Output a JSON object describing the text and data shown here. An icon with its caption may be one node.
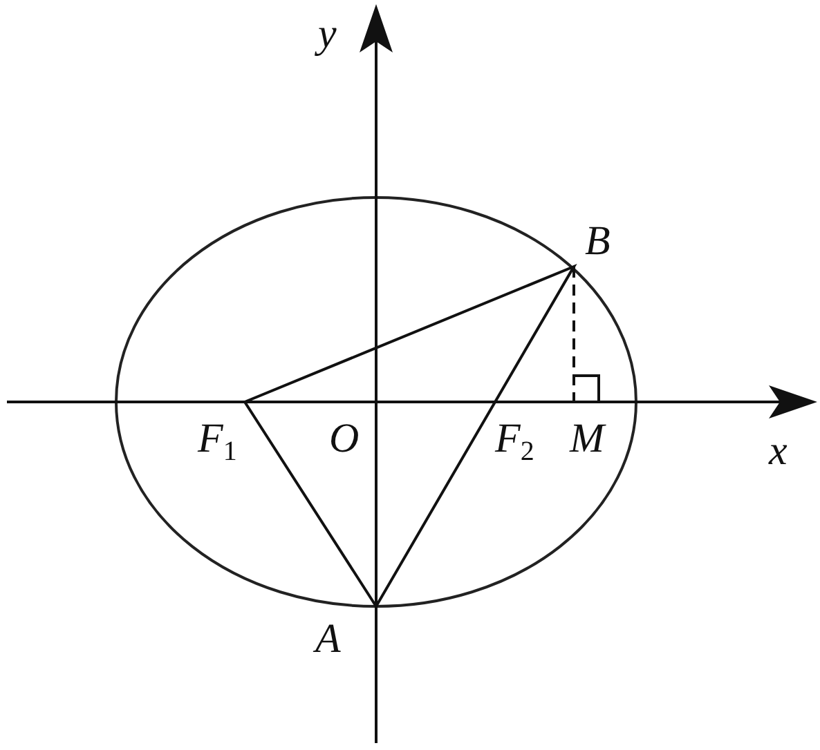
{
  "diagram": {
    "labels": [
      "y",
      "B",
      "F$_{1}$",
      "O",
      "F$_{2}$",
      "M",
      "x",
      "A"
    ]
  }
}
